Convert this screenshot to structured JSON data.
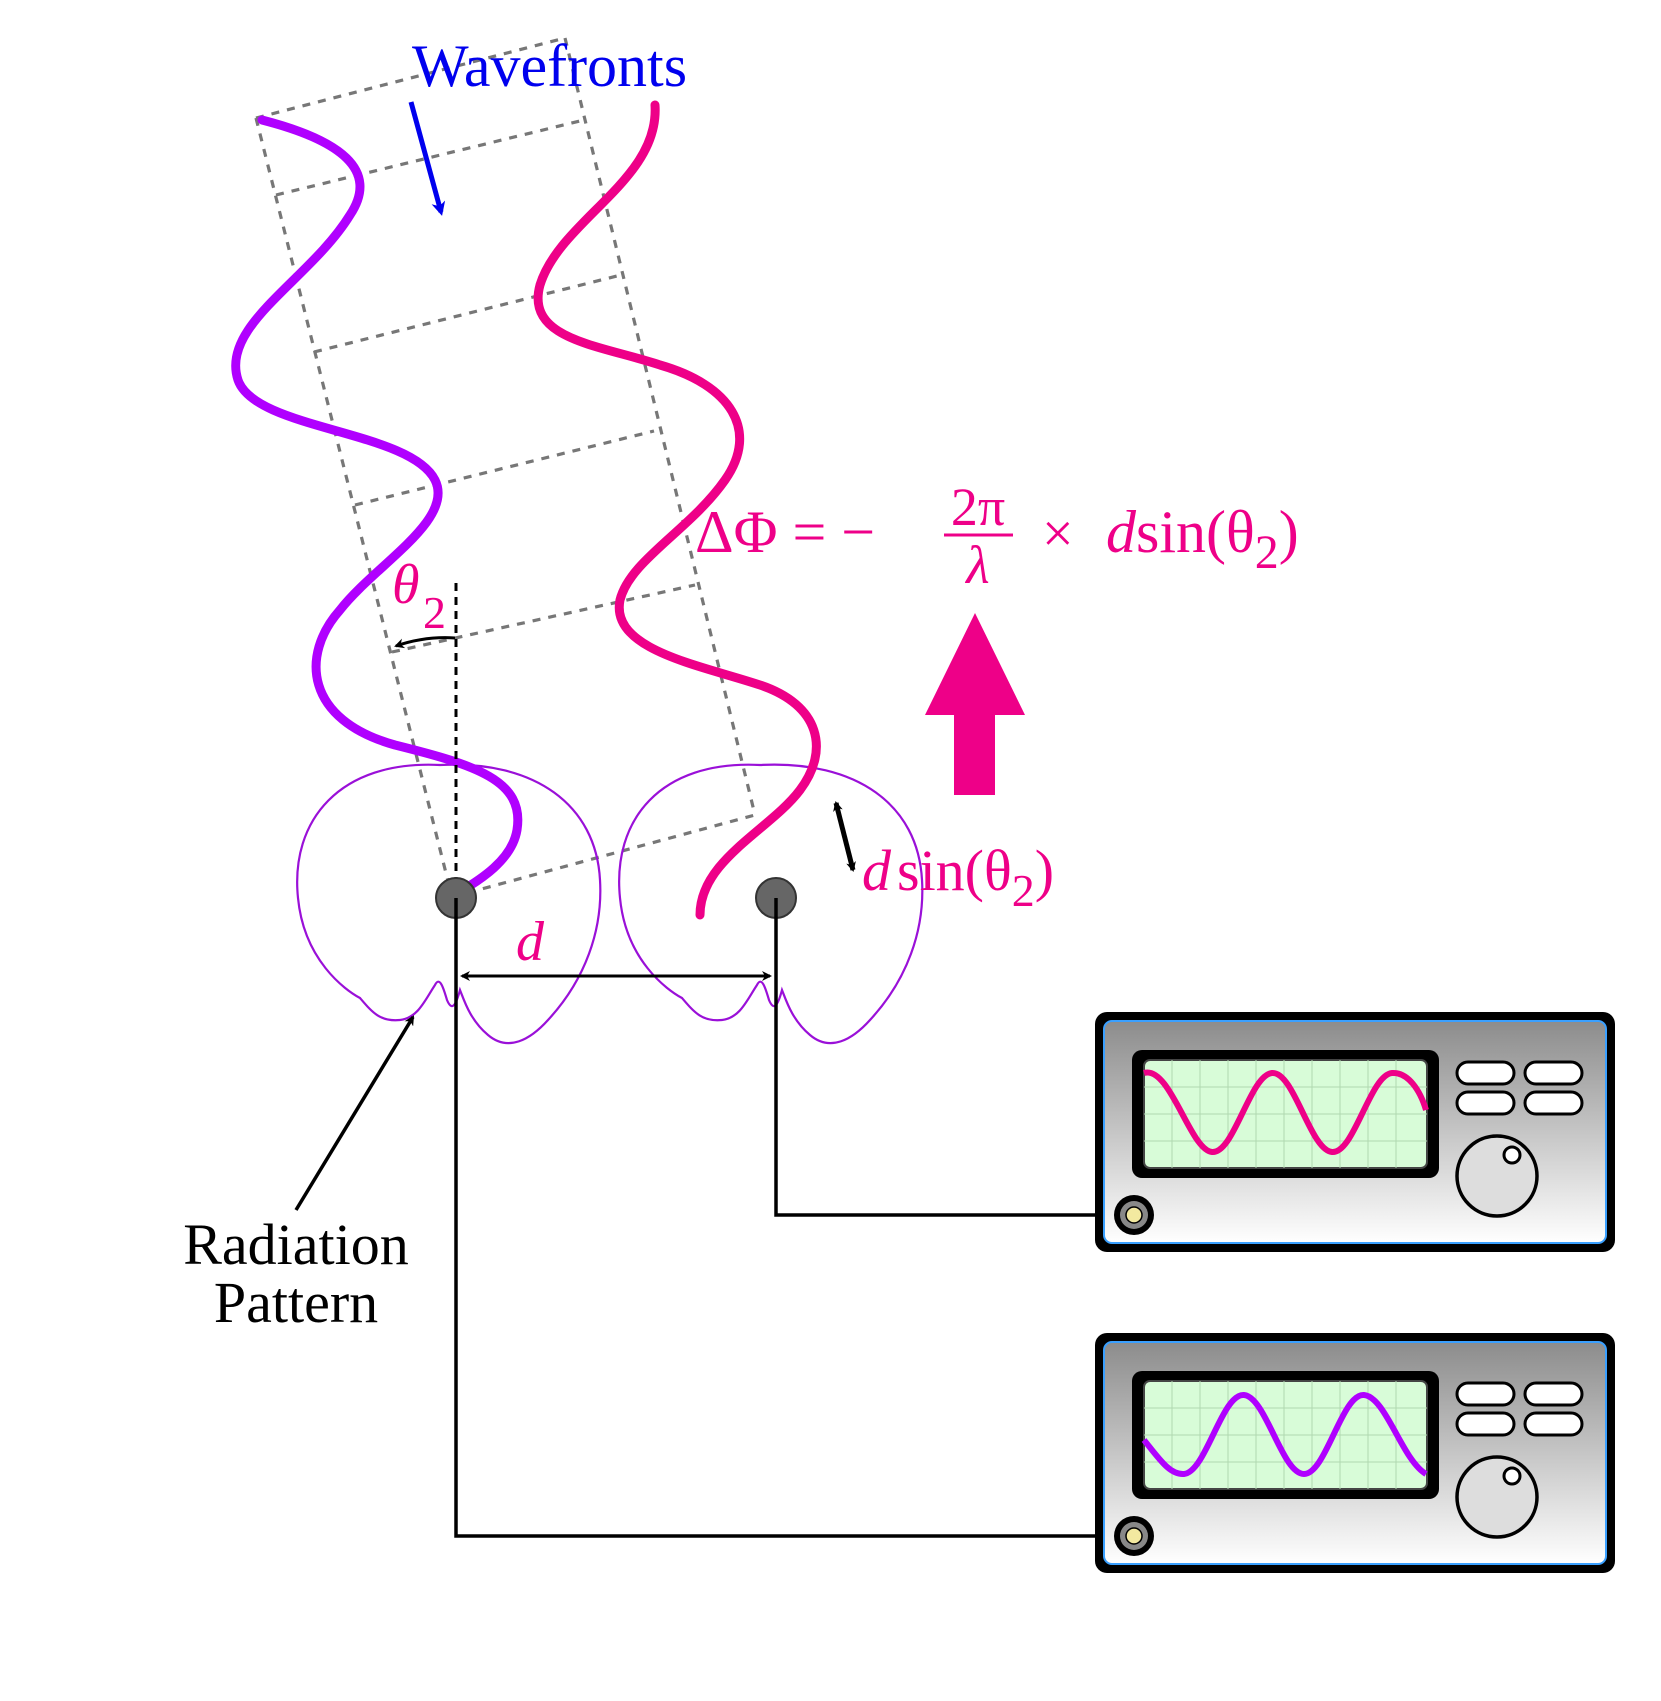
{
  "labels": {
    "wavefronts": "Wavefronts",
    "theta": "θ",
    "theta_sub": "2",
    "d": "d",
    "radiation_pattern_line1": "Radiation",
    "radiation_pattern_line2": "Pattern",
    "dsin_d": "d",
    "dsin_rest": "sin(θ",
    "dsin_sub": "2",
    "dsin_close": ")",
    "eq_lhs": "ΔΦ = −",
    "eq_num": "2π",
    "eq_den": "λ",
    "eq_times": "×",
    "eq_d": "d",
    "eq_sin": "sin(θ",
    "eq_sub": "2",
    "eq_close": ")"
  },
  "colors": {
    "wave_left": "#b000ff",
    "wave_right": "#ee0088",
    "wavefronts_label": "#0000ee",
    "radiation_pattern": "#9a10d8",
    "dashed_grid": "#777777",
    "screen_bg": "#d8fcd8",
    "antenna_fill": "#666666"
  },
  "icons": {
    "antenna_left": "antenna-dot-icon",
    "antenna_right": "antenna-dot-icon",
    "oscilloscope_top": "oscilloscope-icon",
    "oscilloscope_bottom": "oscilloscope-icon"
  }
}
